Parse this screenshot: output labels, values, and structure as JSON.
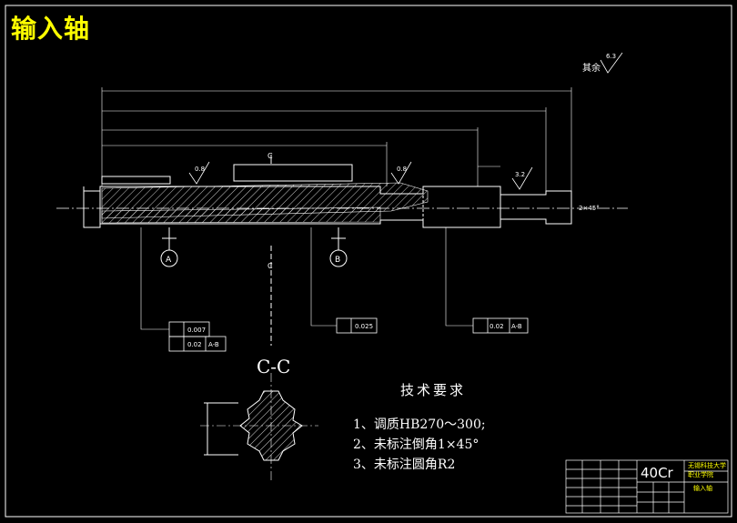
{
  "title": "输入轴",
  "section_label": "C-C",
  "datum_a": "A",
  "datum_b": "B",
  "section_mark": "C",
  "rest_roughness": "其余",
  "rest_roughness_value": "6.3",
  "roughness_values": [
    "0.8",
    "0.8",
    "3.2"
  ],
  "chamfer_note": "2×45°",
  "tolerances": {
    "left_runout": "0.007",
    "left_perp": "0.02",
    "left_perp_datum": "A-B",
    "mid_runout": "0.025",
    "right_runout": "0.02",
    "right_datum": "A-B"
  },
  "tech_requirements": {
    "heading": "技术要求",
    "items": [
      "1、调质HB270～300;",
      "2、未标注倒角1×45°",
      "3、未标注圆角R2"
    ]
  },
  "title_block": {
    "material": "40Cr",
    "school": "无锡科技大学职业学院",
    "part_name": "输入轴"
  }
}
